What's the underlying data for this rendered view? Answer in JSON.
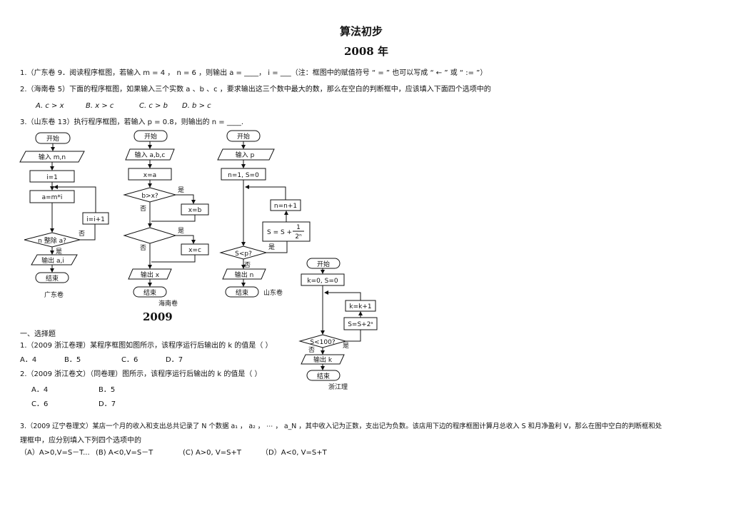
{
  "header": {
    "title": "算法初步",
    "year_2008": "2008 年",
    "year_2009": "2009"
  },
  "q2008": {
    "q1": "1.（广东卷 9．阅读程序框图，若输入 m = 4 ， n = 6 ，则输出 a = ____， i = ___（注：框图中的赋值符号 “ = ” 也可以写成 “ ← ” 或 “ := ”）",
    "q2": "2.（海南卷 5）下面的程序框图，如果输入三个实数 a 、b 、c ，要求输出这三个数中最大的数，那么在空白的判断框中，应该填入下面四个选项中的",
    "q2_options": [
      "A. c > x",
      "B. x > c",
      "C. c > b",
      "D. b > c"
    ],
    "q3": "3.（山东卷 13）执行程序框图，若输入 p = 0.8，则输出的 n = ____."
  },
  "flow_guangdong": {
    "start": "开始",
    "input": "输入 m,n",
    "init": "i=1",
    "assign": "a=m*i",
    "incr": "i=i+1",
    "cond": "n 整除 a?",
    "yes": "是",
    "no": "否",
    "output": "输出 a,i",
    "end": "结束",
    "caption": "广东卷"
  },
  "flow_hainan": {
    "start": "开始",
    "input": "输入 a,b,c",
    "init": "x=a",
    "cond1": "b>x?",
    "assign1": "x=b",
    "assign2": "x=c",
    "yes1": "是",
    "no1": "否",
    "yes2": "是",
    "no2": "否",
    "output": "输出 x",
    "end": "结束",
    "caption": "海南卷"
  },
  "flow_shandong": {
    "start": "开始",
    "input": "输入 p",
    "init": "n=1, S=0",
    "cond": "S<p?",
    "sum": "S = S +",
    "frac_num": "1",
    "frac_den": "2ⁿ",
    "incr": "n=n+1",
    "yes": "是",
    "no": "否",
    "output": "输出 n",
    "end": "结束",
    "caption": "山东卷"
  },
  "flow_zhejiang": {
    "start": "开始",
    "init": "k=0, S=0",
    "cond": "S<100?",
    "sum": "S=S+2ˢ",
    "incr": "k=k+1",
    "yes": "是",
    "no": "否",
    "output": "输出 k",
    "end": "结束",
    "caption": "浙江理"
  },
  "q2009": {
    "section": "一、选择题",
    "q1": "1.（2009 浙江卷理）某程序框图如图所示，该程序运行后输出的 k 的值是（     ）",
    "q1_options": [
      "A．4",
      "B．5",
      "C．6",
      "D．7"
    ],
    "q2": "2.（2009 浙江卷文）（同卷理）图所示，该程序运行后输出的 k 的值是（     ）",
    "q2_options": [
      "A．4",
      "B．5",
      "C．6",
      "D．7"
    ],
    "q3_line1": "3.（2009 辽宁卷理文）某店一个月的收入和支出总共记录了  N 个数据 a₁ ， a₂ ， ⋯ ， a_N ，其中收入记为正数，支出记为负数。该店用下边的程序框图计算月总收入 S 和月净盈利 V，那么在图中空白的判断框和处",
    "q3_line2": "理框中，应分别填入下列四个选项中的",
    "q3_options": [
      "（A）A>0,V=S－T...",
      "(B)   A<0,V=S－T",
      "(C)   A>0, V=S+T",
      "（D）A<0, V=S+T"
    ]
  }
}
